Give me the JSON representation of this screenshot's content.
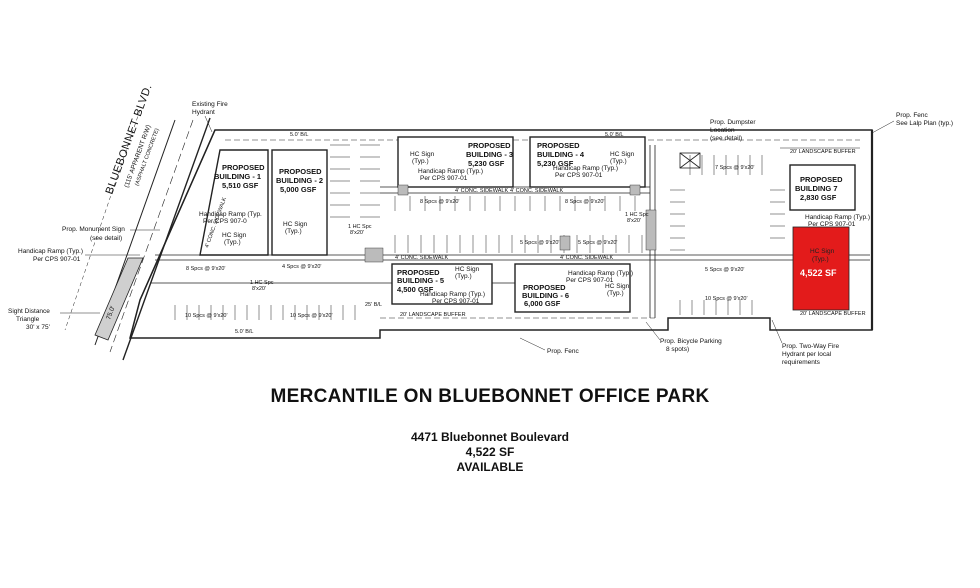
{
  "title": "MERCANTILE ON BLUEBONNET OFFICE PARK",
  "address": "4471 Bluebonnet Boulevard",
  "area": "4,522 SF",
  "status": "AVAILABLE",
  "highlight_color": "#e31b1b",
  "road": {
    "name": "BLUEBONNET BLVD.",
    "row": "(115' APPARENT R/W)",
    "surface": "(ASPHALT CONCRETE)"
  },
  "buildings": {
    "b1": {
      "name1": "PROPOSED",
      "name2": "BUILDING - 1",
      "area": "5,510 GSF"
    },
    "b2": {
      "name1": "PROPOSED",
      "name2": "BUILDING - 2",
      "area": "5,000 GSF"
    },
    "b3": {
      "name1": "PROPOSED",
      "name2": "BUILDING - 3",
      "area": "5,230 GSF"
    },
    "b4": {
      "name1": "PROPOSED",
      "name2": "BUILDING - 4",
      "area": "5,230 GSF"
    },
    "b5": {
      "name1": "PROPOSED",
      "name2": "BUILDING - 5",
      "area": "4,500 GSF"
    },
    "b6": {
      "name1": "PROPOSED",
      "name2": "BUILDING - 6",
      "area": "6,000 GSF"
    },
    "b7": {
      "name1": "PROPOSED",
      "name2": "BUILDING 7",
      "area": "2,830 GSF"
    },
    "highlight": {
      "sign1": "HC Sign",
      "sign2": "(Typ.)",
      "area": "4,522 SF"
    }
  },
  "callouts": {
    "fire_hydrant1": "Existing Fire",
    "fire_hydrant2": "Hydrant",
    "monument1": "Prop. Monument Sign",
    "monument2": "(see detail)",
    "hc_ramp_left1": "Handicap Ramp (Typ.)",
    "hc_ramp_left2": "Per CPS 907-01",
    "sight1": "Sight Distance",
    "sight2": "Triangle",
    "sight3": "30' x 75'",
    "dumpster1": "Prop. Dumpster",
    "dumpster2": "Location",
    "dumpster3": "(see detail)",
    "fence_top1": "Prop. Fenc",
    "fence_top2": "See Lalp Plan (typ.)",
    "fence_bottom": "Prop. Fenc",
    "bicycle1": "Prop. Bicycle Parking",
    "bicycle2": "8 spots)",
    "hydrant_new1": "Prop. Two-Way Fire",
    "hydrant_new2": "Hydrant per local",
    "hydrant_new3": "requirements",
    "hc_sign": "HC Sign",
    "typ": "(Typ.)",
    "hc_ramp": "Handicap Ramp (Typ.)",
    "cps": "Per CPS 907-01",
    "hc_ramp_b1": "Handicap Ramp (Typ.",
    "cps_b1": "Per CPS 907-0",
    "landscape": "20' LANDSCAPE BUFFER",
    "sidewalk": "4' CONC. SIDEWALK",
    "bl_5": "5.0' B/L",
    "bl_25": "25' B/L",
    "spcs10": "10 Spcs @ 9'x20'",
    "spcs8": "8 Spcs @ 9'x20'",
    "spcs7": "7 Spcs @ 9'x20'",
    "spcs5": "5 Spcs @ 9'x20'",
    "spcs4": "4 Spcs @ 9'x20'",
    "hc1": "1 HC Spc",
    "hc_size": "8'x20'",
    "row_dim": "75.0'"
  }
}
